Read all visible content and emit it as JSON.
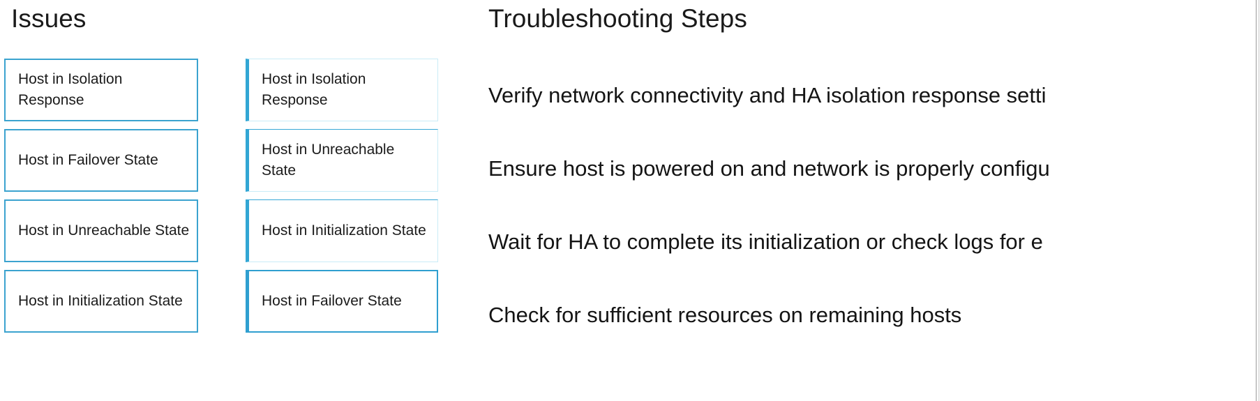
{
  "headings": {
    "issues": "Issues",
    "steps": "Troubleshooting Steps"
  },
  "issues_column_left": {
    "cards": [
      {
        "label": "Host in Isolation Response"
      },
      {
        "label": "Host in Failover State"
      },
      {
        "label": "Host in Unreachable State"
      },
      {
        "label": "Host in Initialization State"
      }
    ]
  },
  "issues_column_middle": {
    "cards": [
      {
        "label": "Host in Isolation Response"
      },
      {
        "label": "Host in Unreachable State"
      },
      {
        "label": "Host in Initialization State"
      },
      {
        "label": "Host in Failover State"
      }
    ]
  },
  "troubleshooting_steps": {
    "items": [
      {
        "text": "Verify network connectivity and HA isolation response setti"
      },
      {
        "text": "Ensure host is powered on and network is properly configu"
      },
      {
        "text": "Wait for HA to complete its initialization or check logs for e"
      },
      {
        "text": "Check for sufficient resources on remaining hosts"
      }
    ]
  },
  "colors": {
    "accent_blue": "#32a6d4",
    "outline_blue": "#3ba3cf",
    "hairline_blue": "#c9ecf7",
    "text": "#141414",
    "background": "#ffffff",
    "edge_rule": "#9a9a9a"
  }
}
